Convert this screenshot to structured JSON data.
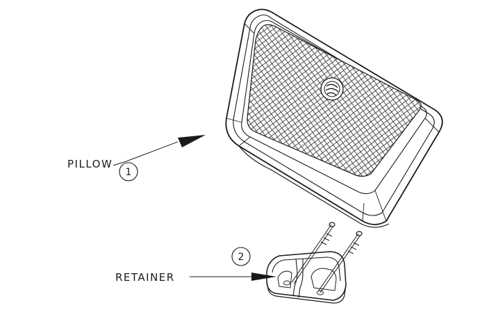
{
  "callouts": [
    {
      "label": "PILLOW",
      "number": "1"
    },
    {
      "label": "RETAINER",
      "number": "2"
    }
  ],
  "colors": {
    "ink": "#1a1a1a",
    "background": "#ffffff",
    "mesh": "#444444"
  }
}
